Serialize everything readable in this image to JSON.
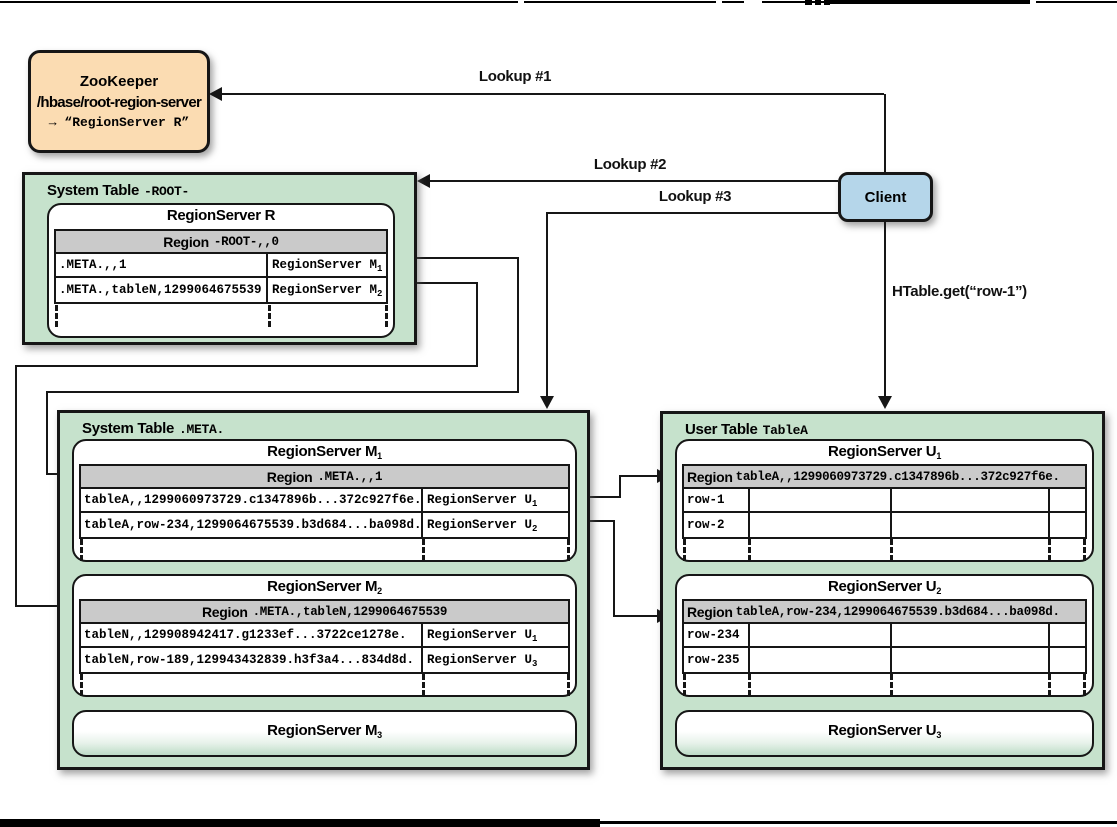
{
  "page": {
    "lookup1": "Lookup #1",
    "lookup2": "Lookup #2",
    "lookup3": "Lookup #3",
    "htable_call": "HTable.get(“row-1”)",
    "client": "Client"
  },
  "zookeeper": {
    "title": "ZooKeeper",
    "znode_path": "/hbase/root-region-server",
    "arrow": "→",
    "value": "“RegionServer R”"
  },
  "root_table": {
    "title": "System Table",
    "table_name": "-ROOT-",
    "server_name": "RegionServer R",
    "region_label": "Region",
    "region_name": "-ROOT-,,0",
    "rows": [
      {
        "key": ".META.,,1",
        "server": "RegionServer M",
        "sub": "1"
      },
      {
        "key": ".META.,tableN,1299064675539",
        "server": "RegionServer M",
        "sub": "2"
      }
    ]
  },
  "meta_table": {
    "title": "System Table",
    "table_name": ".META.",
    "servers": [
      {
        "name": "RegionServer M",
        "sub": "1",
        "region_label": "Region",
        "region_name": ".META.,,1",
        "rows": [
          {
            "key": "tableA,,1299060973729.c1347896b...372c927f6e.",
            "server": "RegionServer U",
            "sub": "1"
          },
          {
            "key": "tableA,row-234,1299064675539.b3d684...ba098d.",
            "server": "RegionServer U",
            "sub": "2"
          }
        ]
      },
      {
        "name": "RegionServer M",
        "sub": "2",
        "region_label": "Region",
        "region_name": ".META.,tableN,1299064675539",
        "rows": [
          {
            "key": "tableN,,129908942417.g1233ef...3722ce1278e.",
            "server": "RegionServer U",
            "sub": "1"
          },
          {
            "key": "tableN,row-189,129943432839.h3f3a4...834d8d.",
            "server": "RegionServer U",
            "sub": "3"
          }
        ]
      }
    ],
    "spare_server": {
      "name": "RegionServer M",
      "sub": "3"
    }
  },
  "user_table": {
    "title": "User Table",
    "table_name": "TableA",
    "servers": [
      {
        "name": "RegionServer U",
        "sub": "1",
        "region_label": "Region",
        "region_name": "tableA,,1299060973729.c1347896b...372c927f6e.",
        "rows": [
          {
            "key": "row-1"
          },
          {
            "key": "row-2"
          }
        ]
      },
      {
        "name": "RegionServer U",
        "sub": "2",
        "region_label": "Region",
        "region_name": "tableA,row-234,1299064675539.b3d684...ba098d.",
        "rows": [
          {
            "key": "row-234"
          },
          {
            "key": "row-235"
          }
        ]
      }
    ],
    "spare_server": {
      "name": "RegionServer U",
      "sub": "3"
    }
  },
  "colors": {
    "zookeeper_fill": "#fbdcb2",
    "client_fill": "#b5d6ea",
    "table_fill": "#c6e2cc",
    "header_fill": "#cacaca",
    "line": "#161616"
  }
}
